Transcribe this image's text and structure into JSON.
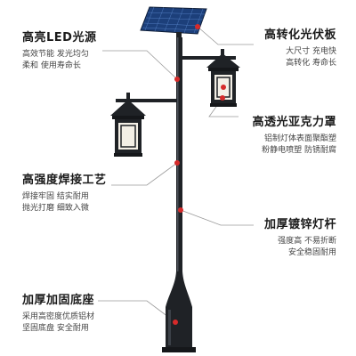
{
  "features": [
    {
      "id": "led",
      "title": "高亮LED光源",
      "lines": [
        "高效节能 发光均匀",
        "柔和 使用寿命长"
      ]
    },
    {
      "id": "solar",
      "title": "高转化光伏板",
      "lines": [
        "大尺寸 充电快",
        "高转化 寿命长"
      ]
    },
    {
      "id": "acrylic",
      "title": "高透光亚克力罩",
      "lines": [
        "铝制灯体表面聚酯塑",
        "粉静电喷塑 防锈耐腐"
      ]
    },
    {
      "id": "weld",
      "title": "高强度焊接工艺",
      "lines": [
        "焊接牢固 结实耐用",
        "抛光打磨 细致入微"
      ]
    },
    {
      "id": "pole",
      "title": "加厚镀锌灯杆",
      "lines": [
        "强度高 不易折断",
        "安全稳固耐用"
      ]
    },
    {
      "id": "base",
      "title": "加厚加固底座",
      "lines": [
        "采用高密度优质铝材",
        "坚固底盘 安全耐用"
      ]
    }
  ],
  "colors": {
    "pole": "#1f2226",
    "callout_line": "#9a9a9a",
    "dot": "#d62a2a",
    "panel": "#1c3f7a",
    "lamp_window": "#f3efe6"
  }
}
